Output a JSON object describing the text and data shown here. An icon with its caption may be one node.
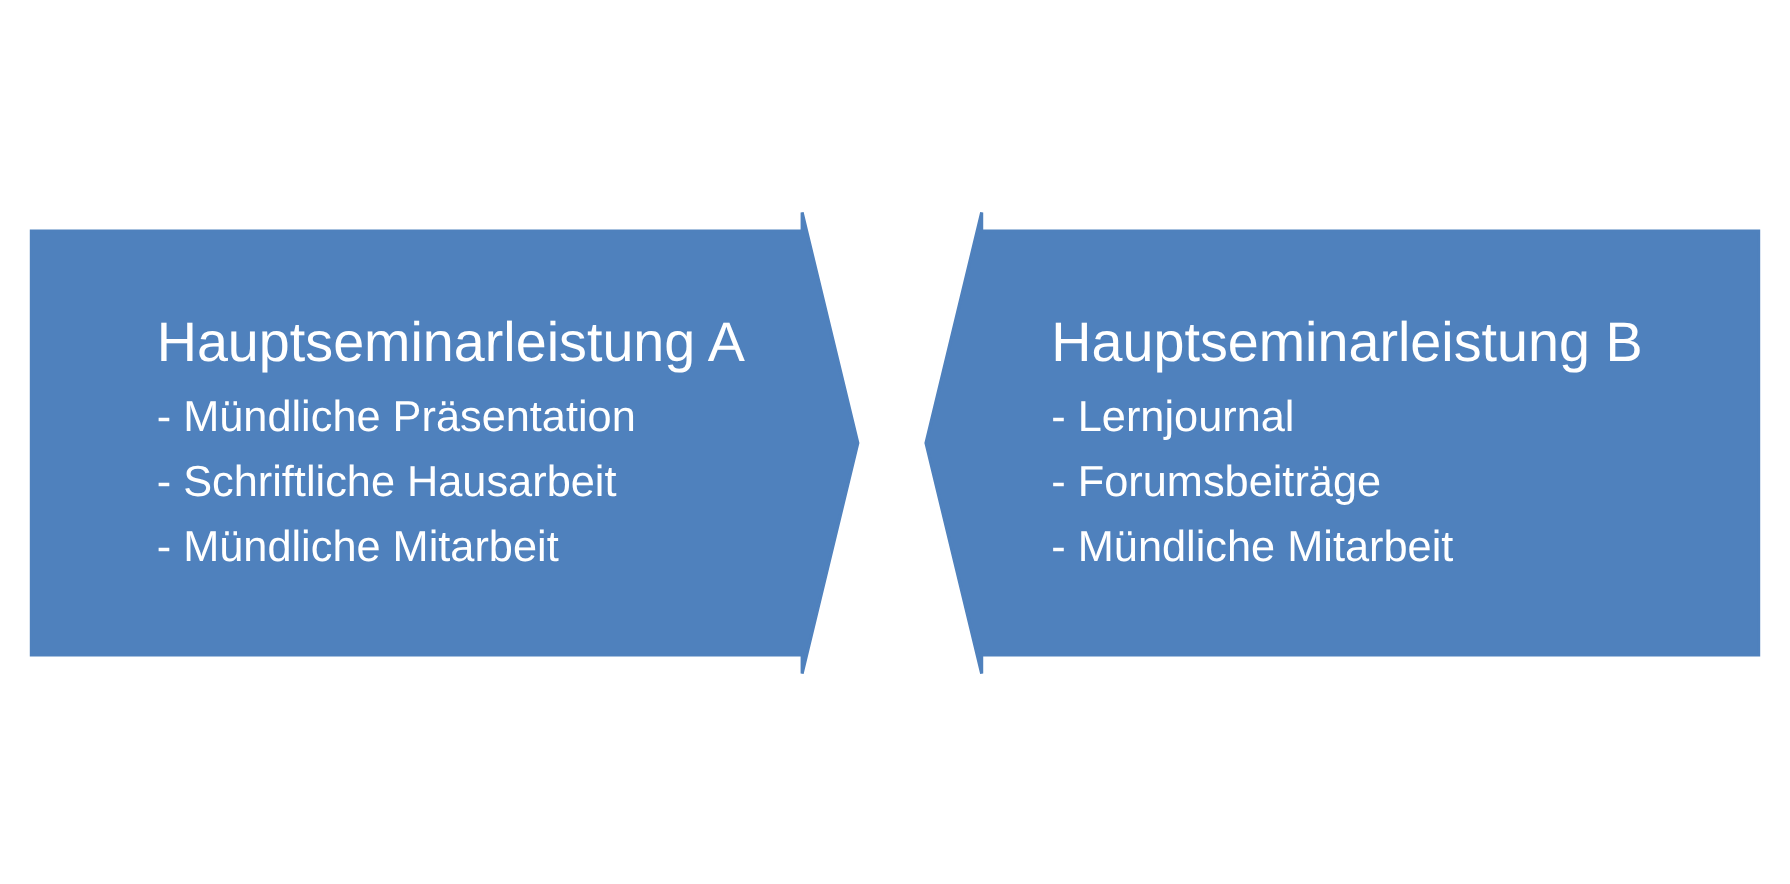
{
  "diagram": {
    "nodes": [
      {
        "text": [
          "Hauptseminarleistung A",
          "- Mündliche Präsentation",
          "- Schriftliche Hausarbeit",
          "- Mündliche Mitarbeit"
        ]
      },
      {
        "text": [
          "Hauptseminarleistung B",
          "- Lernjournal",
          "- Forumsbeiträge",
          "- Mündliche Mitarbeit"
        ]
      }
    ]
  }
}
